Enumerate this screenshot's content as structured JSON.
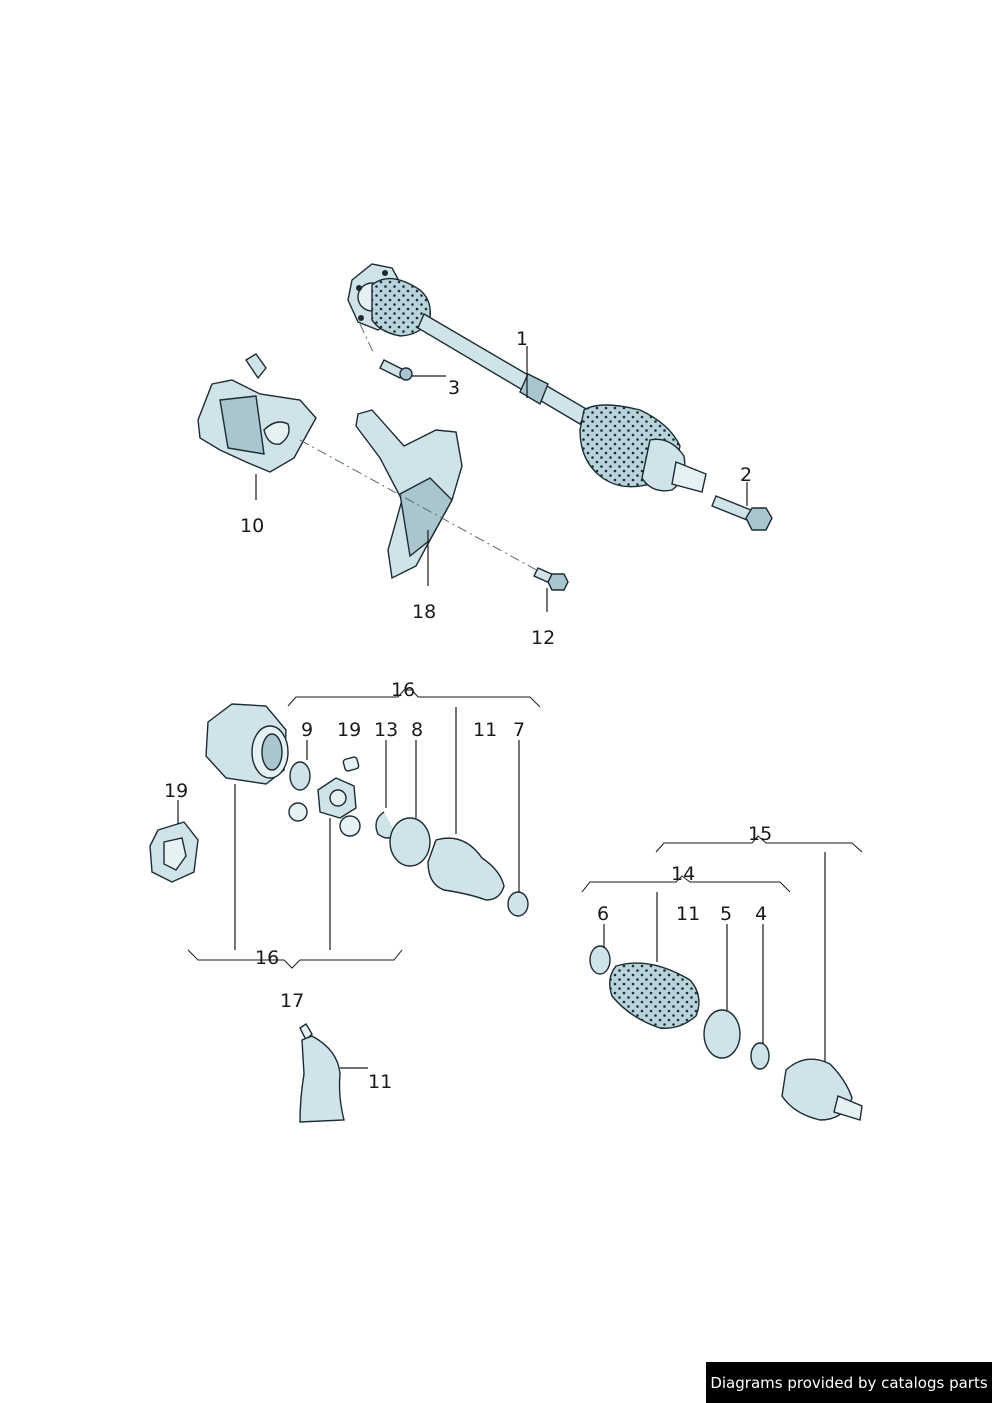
{
  "callouts": {
    "c1": "1",
    "c2": "2",
    "c3": "3",
    "c10": "10",
    "c18": "18",
    "c12": "12",
    "c16_top": "16",
    "c9": "9",
    "c19_a": "19",
    "c13": "13",
    "c8": "8",
    "c11_a": "11",
    "c7": "7",
    "c19_b": "19",
    "c16_bottom": "16",
    "c17": "17",
    "c11_b": "11",
    "c15": "15",
    "c14": "14",
    "c6": "6",
    "c11_c": "11",
    "c5": "5",
    "c4": "4"
  },
  "credit": "Diagrams provided by catalogs parts",
  "colors": {
    "part_fill": "#cfe3e8",
    "part_shade": "#a9c5cd",
    "outline": "#1c2b33",
    "credit_bg": "#000000"
  }
}
